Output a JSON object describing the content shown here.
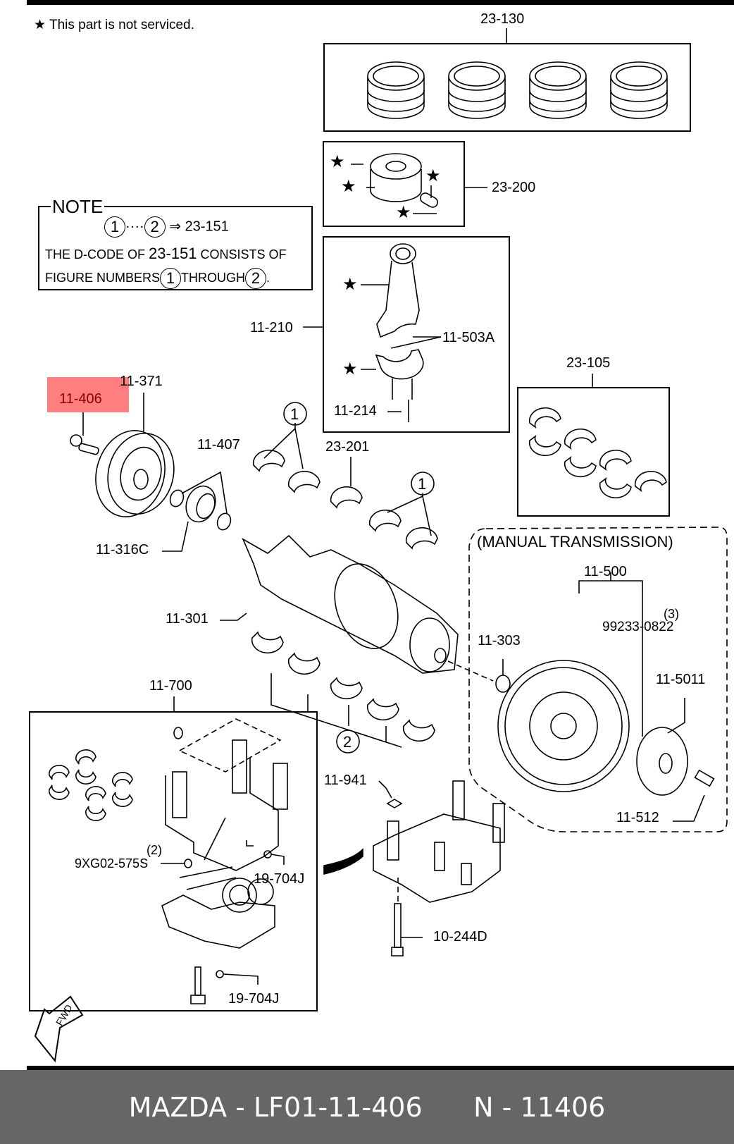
{
  "legend": {
    "star_icon": "star-icon",
    "star_note": "This part is not serviced."
  },
  "note": {
    "title": "NOTE",
    "line1": {
      "from": "1",
      "dots": "····",
      "to": "2",
      "arrow": "⇒",
      "code": "23-151"
    },
    "line2": {
      "prefix": "THE D-CODE OF",
      "code": "23-151",
      "suffix": "CONSISTS OF"
    },
    "line3": {
      "prefix": "FIGURE NUMBERS",
      "from": "1",
      "mid": "THROUGH",
      "to": "2",
      "end": "."
    }
  },
  "highlight": {
    "part": "11-406",
    "color": "#ff7f7f"
  },
  "parts": {
    "p23_130": "23-130",
    "p23_200": "23-200",
    "p11_210": "11-210",
    "p11_503a": "11-503A",
    "p11_214": "11-214",
    "p23_105": "23-105",
    "p11_371": "11-371",
    "p11_407": "11-407",
    "p23_201": "23-201",
    "p11_316c": "11-316C",
    "p11_301": "11-301",
    "p11_303": "11-303",
    "p11_500": "11-500",
    "p99233_qty": "(3)",
    "p99233": "99233-0822",
    "p11_5011": "11-5011",
    "p11_512": "11-512",
    "p11_700": "11-700",
    "p9xg02_qty": "(2)",
    "p9xg02": "9XG02-575S",
    "p19_704j_a": "19-704J",
    "p19_704j_b": "19-704J",
    "p11_941": "11-941",
    "p10_244d": "10-244D",
    "ref1a": "1",
    "ref1b": "1",
    "ref2": "2"
  },
  "group_label": "(MANUAL TRANSMISSION)",
  "fwd_label": "FWD",
  "footer": {
    "brand": "MAZDA",
    "part_number": "LF01-11-406",
    "sep": "-",
    "alt_prefix": "N",
    "alt_number": "11406"
  }
}
